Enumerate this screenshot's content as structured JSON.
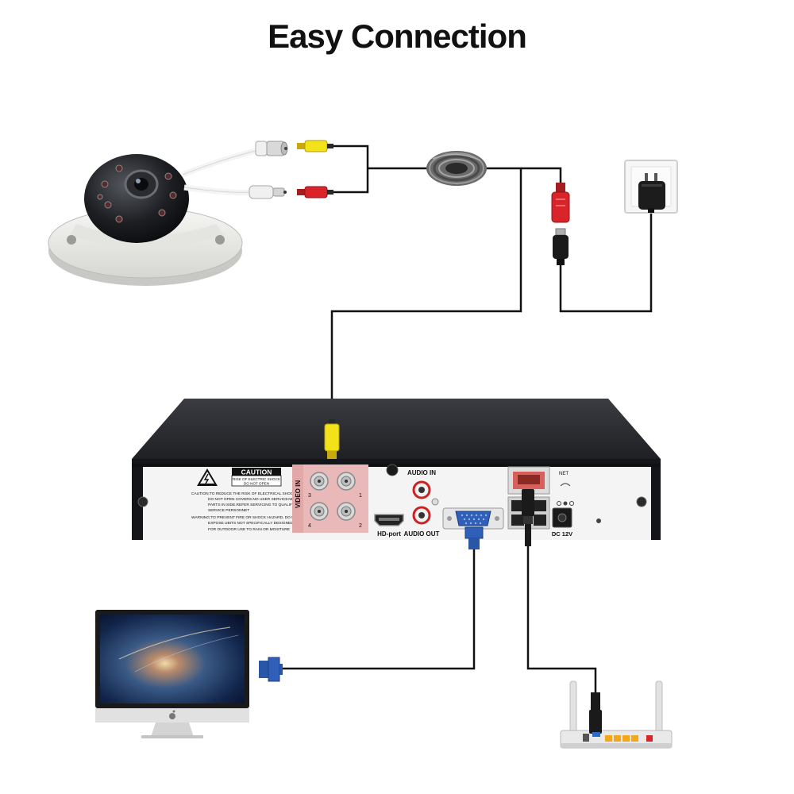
{
  "title": "Easy Connection",
  "colors": {
    "wire": "#111111",
    "video_plug": "#f2e21a",
    "power_plug": "#d9252a",
    "video_panel": "#e9b8b8",
    "dvr_top": "#2b2d31",
    "dvr_back": "#f4f4f4",
    "vga_blue": "#2f5fb8",
    "router_port": "#f2a81d"
  },
  "warning_label": {
    "caution": "CAUTION",
    "risk_line1": "RISK OF ELECTRIC SHOCK",
    "risk_line2": "DO NOT OPEN",
    "text_lines": [
      "CAUTION:TO REDUCE THE RISK OF ELECTRICAL SHOCK.",
      "DO NOT OPEN COVERS.NO USER SERVICEABLE",
      "PARTS IN SIDE.REFER SERVICING TO QUALIFIED",
      "SERVICE PERSONNET",
      "WARNING:TO PREVENT FIRE OR SHOCK HAZARD, DO NOT",
      "EXPOSE UBITS NOT SPECIFICALLY DESIGNED",
      "FOR OUTDOOR USE TO RAIN OR MOISTURE"
    ]
  },
  "ports": {
    "video_in": "VIDEO IN",
    "channels": [
      "3",
      "1",
      "4",
      "2"
    ],
    "hd_port": "HD-port",
    "audio_in": "AUDIO IN",
    "audio_out": "AUDIO OUT",
    "net": "NET",
    "dc": "DC 12V"
  }
}
